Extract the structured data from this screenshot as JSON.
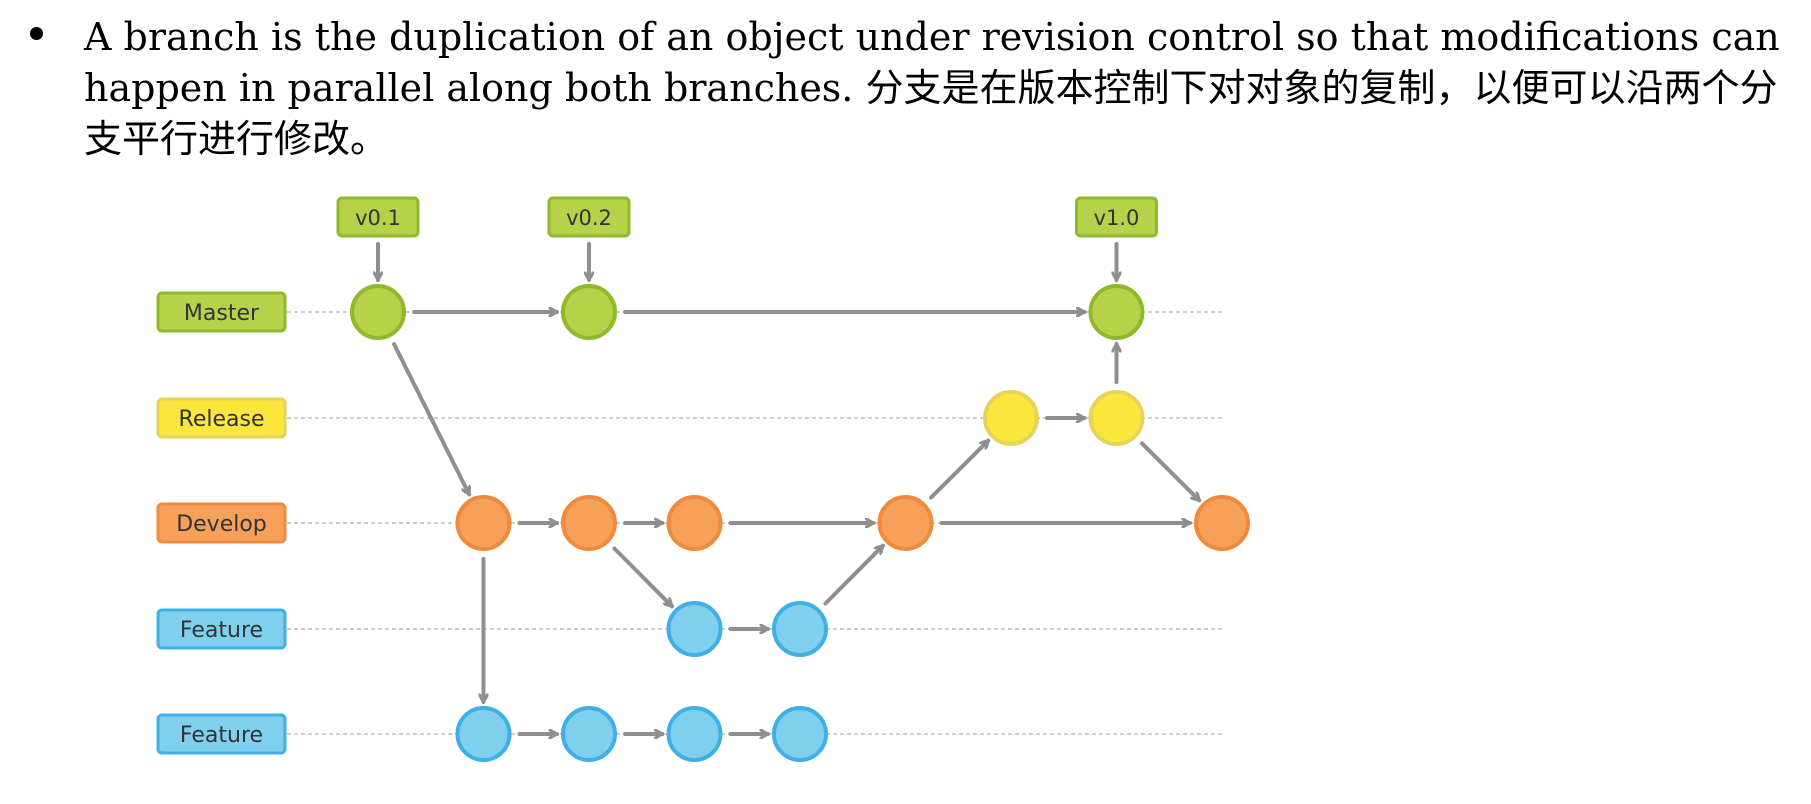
{
  "bullet": {
    "text": "A branch is the duplication of an object under revision control so that modifications can happen in parallel along both branches. 分支是在版本控制下对对象的复制，以便可以沿两个分支平行进行修改。"
  },
  "colors": {
    "master": "#b5d24a",
    "master_border": "#8fb82a",
    "release": "#fbe63c",
    "release_border": "#e8d35a",
    "develop": "#f7a05a",
    "develop_border": "#f08a3c",
    "feature": "#7fd0ee",
    "feature_border": "#3fb0e6",
    "arrow": "#8f8f8f",
    "lane_line": "#bdbdbd"
  },
  "diagram": {
    "lanes": [
      {
        "id": "master",
        "label": "Master",
        "color": "master"
      },
      {
        "id": "release",
        "label": "Release",
        "color": "release"
      },
      {
        "id": "develop",
        "label": "Develop",
        "color": "develop"
      },
      {
        "id": "feature1",
        "label": "Feature",
        "color": "feature"
      },
      {
        "id": "feature2",
        "label": "Feature",
        "color": "feature"
      }
    ],
    "tags": [
      {
        "label": "v0.1",
        "commit": "m1"
      },
      {
        "label": "v0.2",
        "commit": "m2"
      },
      {
        "label": "v1.0",
        "commit": "m3"
      }
    ],
    "commits": [
      {
        "id": "m1",
        "lane": "master",
        "col": 0
      },
      {
        "id": "m2",
        "lane": "master",
        "col": 2
      },
      {
        "id": "m3",
        "lane": "master",
        "col": 7
      },
      {
        "id": "r1",
        "lane": "release",
        "col": 6
      },
      {
        "id": "r2",
        "lane": "release",
        "col": 7
      },
      {
        "id": "d1",
        "lane": "develop",
        "col": 1
      },
      {
        "id": "d2",
        "lane": "develop",
        "col": 2
      },
      {
        "id": "d3",
        "lane": "develop",
        "col": 3
      },
      {
        "id": "d4",
        "lane": "develop",
        "col": 5
      },
      {
        "id": "d5",
        "lane": "develop",
        "col": 8
      },
      {
        "id": "fa1",
        "lane": "feature1",
        "col": 3
      },
      {
        "id": "fa2",
        "lane": "feature1",
        "col": 4
      },
      {
        "id": "fb1",
        "lane": "feature2",
        "col": 1
      },
      {
        "id": "fb2",
        "lane": "feature2",
        "col": 2
      },
      {
        "id": "fb3",
        "lane": "feature2",
        "col": 3
      },
      {
        "id": "fb4",
        "lane": "feature2",
        "col": 4
      }
    ],
    "edges": [
      {
        "from": "m1",
        "to": "m2"
      },
      {
        "from": "m2",
        "to": "m3"
      },
      {
        "from": "m1",
        "to": "d1"
      },
      {
        "from": "d1",
        "to": "d2"
      },
      {
        "from": "d2",
        "to": "d3"
      },
      {
        "from": "d3",
        "to": "d4"
      },
      {
        "from": "d4",
        "to": "d5"
      },
      {
        "from": "d2",
        "to": "fa1"
      },
      {
        "from": "fa1",
        "to": "fa2"
      },
      {
        "from": "fa2",
        "to": "d4"
      },
      {
        "from": "d1",
        "to": "fb1"
      },
      {
        "from": "fb1",
        "to": "fb2"
      },
      {
        "from": "fb2",
        "to": "fb3"
      },
      {
        "from": "fb3",
        "to": "fb4"
      },
      {
        "from": "d4",
        "to": "r1"
      },
      {
        "from": "r1",
        "to": "r2"
      },
      {
        "from": "r2",
        "to": "m3"
      },
      {
        "from": "r2",
        "to": "d5"
      }
    ]
  }
}
